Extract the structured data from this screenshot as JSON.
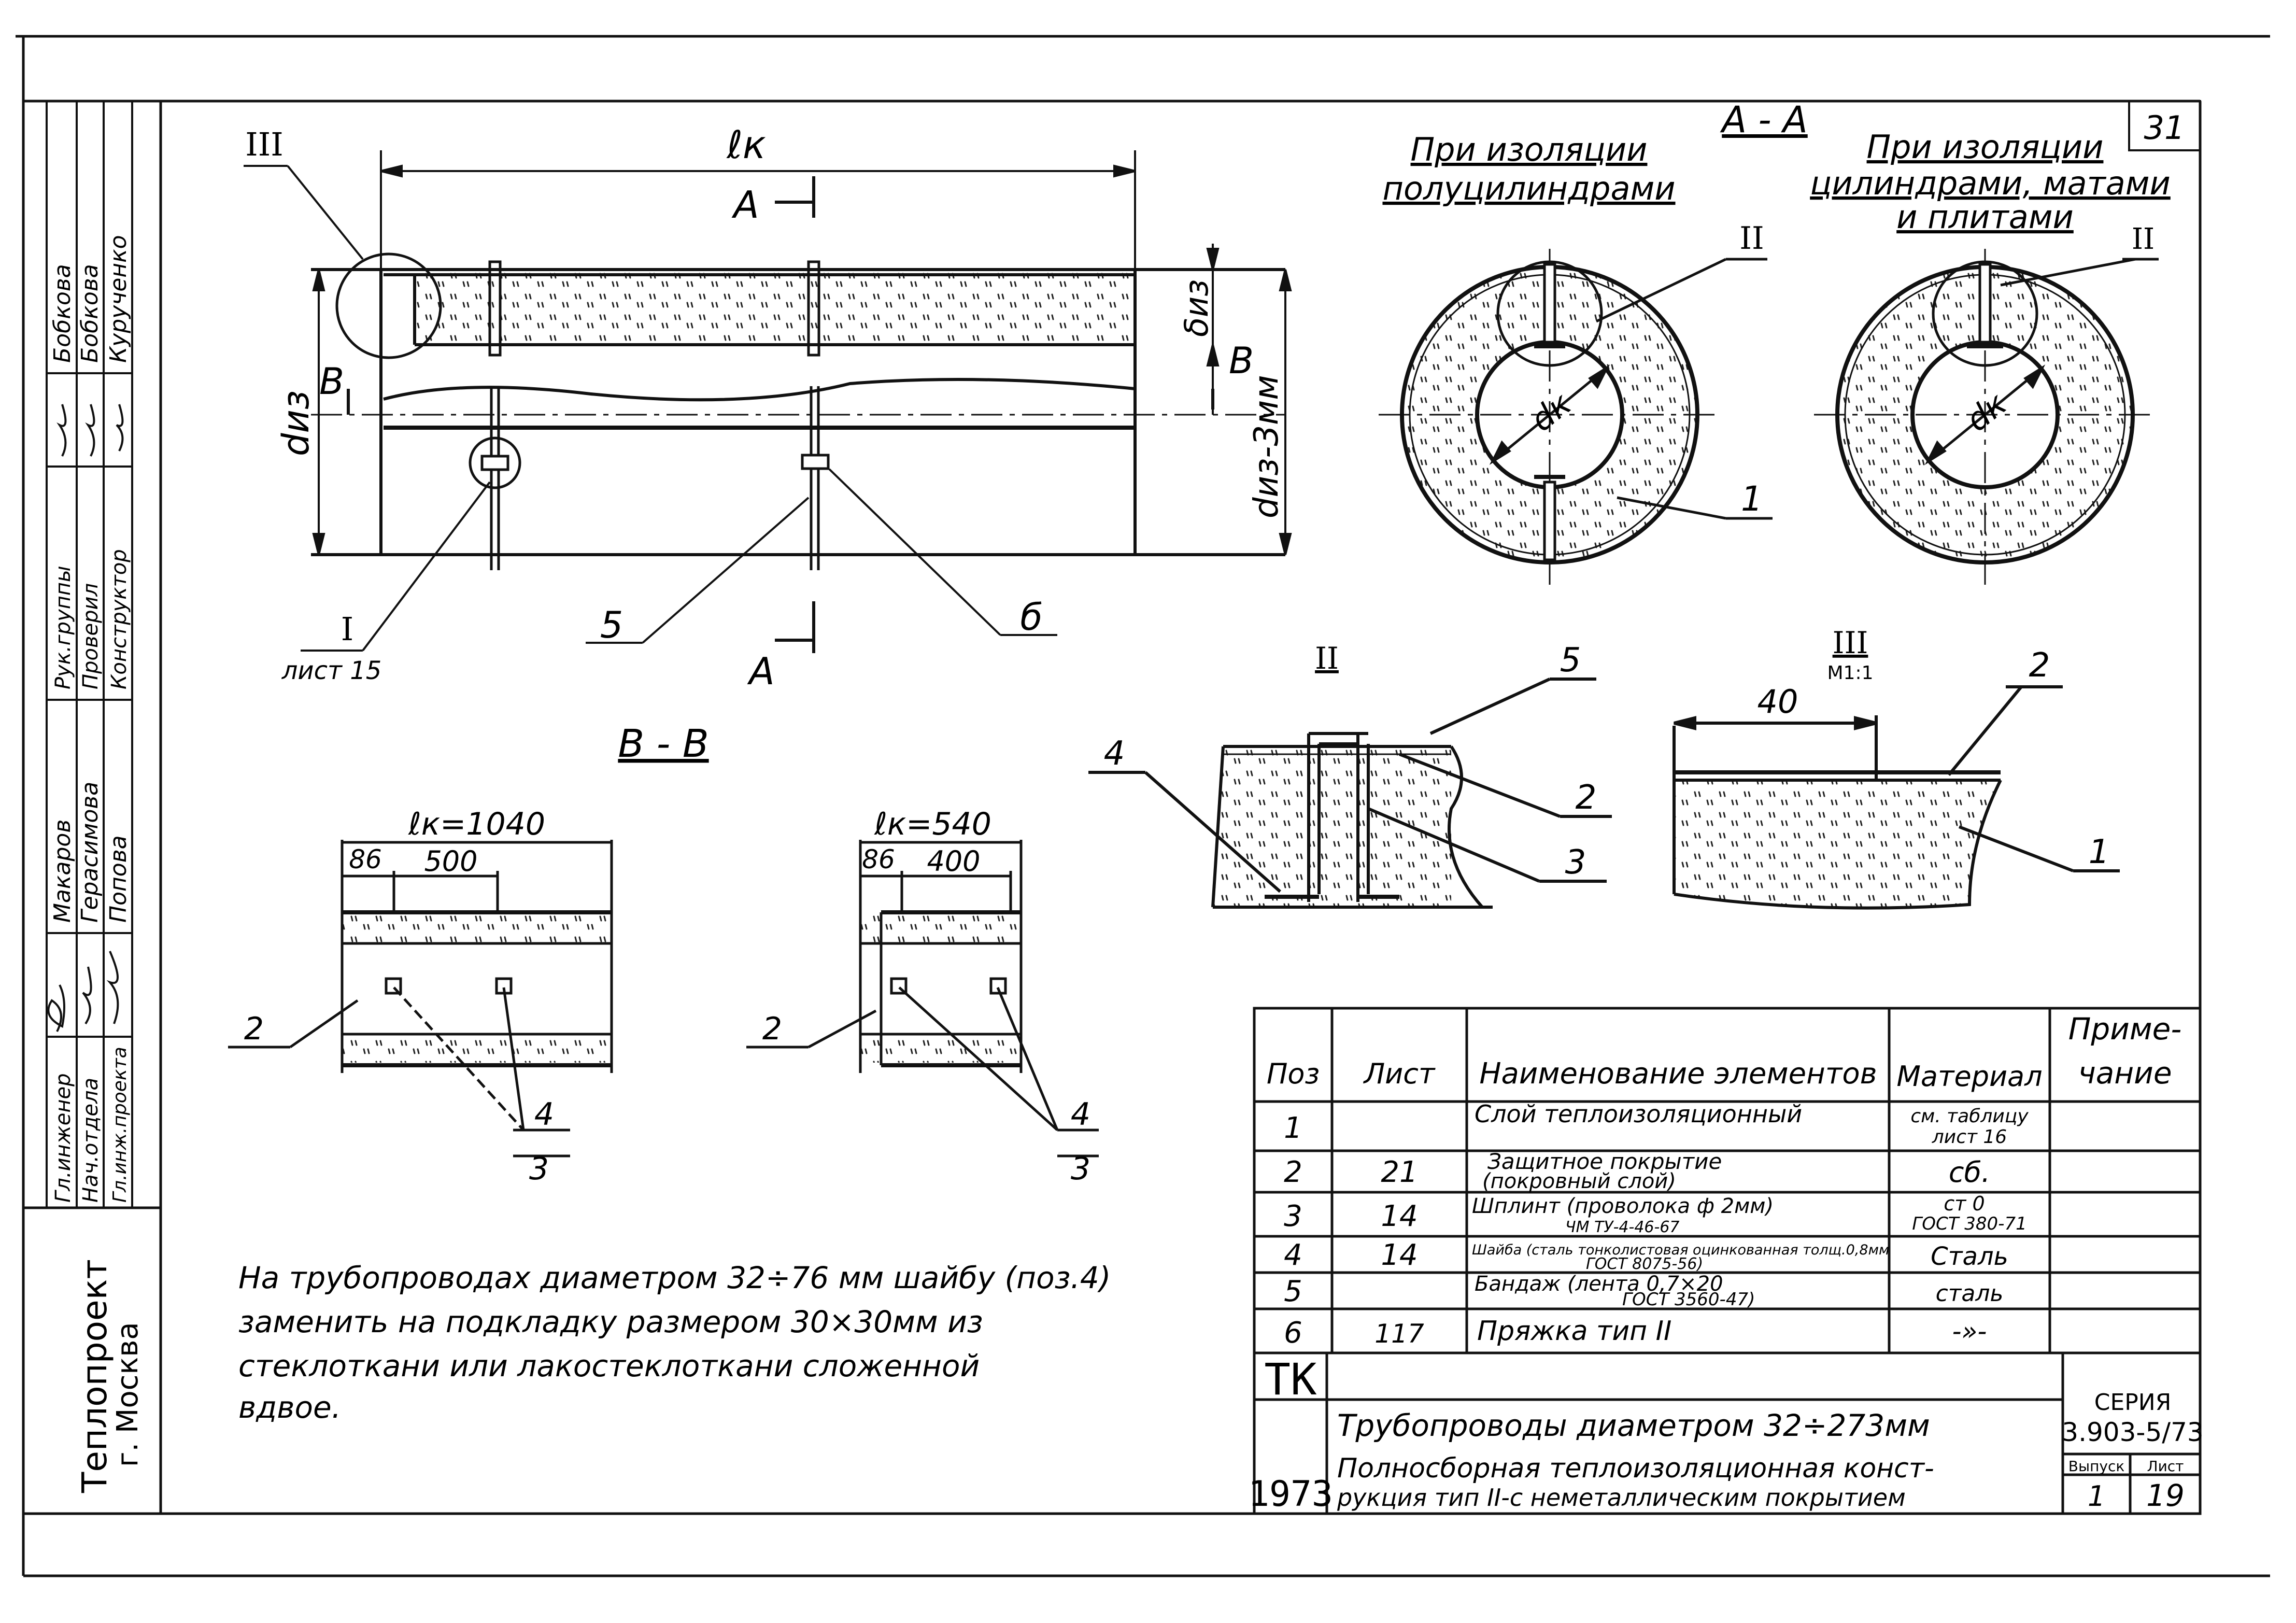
{
  "sheet_number": "31",
  "title_block_side": {
    "rows": [
      {
        "role": "Гл.инженер",
        "name": "Макаров"
      },
      {
        "role": "Нач.отдела",
        "name": "Герасимова"
      },
      {
        "role": "Гл.инж.проекта",
        "name": "Попова"
      },
      {
        "role": "Рук.группы",
        "name": "Бобкова"
      },
      {
        "role": "Проверил",
        "name": "Бобкова"
      },
      {
        "role": "Конструктор",
        "name": "Курученко"
      }
    ],
    "organization": "Теплопроект",
    "city": "г. Москва"
  },
  "main_view": {
    "lk": "ℓк",
    "section_a": "А",
    "section_a_bottom": "А",
    "section_b_left": "В",
    "section_b_right": "В",
    "diz": "dиз",
    "diz_minus": "dиз-3мм",
    "biz": "δиз",
    "callout_III": "III",
    "callout_I": "I",
    "callout_I_sheet": "лист 15",
    "callout_5": "5",
    "callout_6": "б"
  },
  "section_aa": {
    "title": "А - А",
    "left_caption_1": "При изоляции",
    "left_caption_2": "полуцилиндрами",
    "right_caption_1": "При изоляции",
    "right_caption_2": "цилиндрами, матами",
    "right_caption_3": "и плитами",
    "dk": "dк",
    "callout_II_left": "II",
    "callout_II_right": "II",
    "callout_1": "1"
  },
  "section_bb": {
    "title": "В - В",
    "left": {
      "lk": "ℓк=1040",
      "d1": "86",
      "d2": "500",
      "pos2": "2",
      "pos4": "4",
      "pos3": "3"
    },
    "right": {
      "lk": "ℓк=540",
      "d1": "86",
      "d2": "400",
      "pos2": "2",
      "pos4": "4",
      "pos3": "3"
    }
  },
  "detail_II": {
    "title": "II",
    "c5": "5",
    "c4": "4",
    "c2": "2",
    "c3": "3"
  },
  "detail_III": {
    "title": "III",
    "scale": "М1:1",
    "dim": "40",
    "c2": "2",
    "c1": "1"
  },
  "note": [
    "На трубопроводах диаметром 32÷76 мм шайбу (поз.4)",
    "заменить на подкладку размером 30×30мм из",
    "стеклоткани или лакостеклоткани сложенной",
    "вдвое."
  ],
  "spec_table": {
    "headers": [
      "Поз",
      "Лист",
      "Наименование элементов",
      "Материал",
      "Приме-",
      "чание"
    ],
    "rows": [
      {
        "pos": "1",
        "sheet": "",
        "name": "Слой теплоизоляционный",
        "name2": "",
        "material": "см. таблицу",
        "material2": "лист 16"
      },
      {
        "pos": "2",
        "sheet": "21",
        "name": "Защитное покрытие",
        "name2": "(покровный слой)",
        "material": "сб.",
        "material2": ""
      },
      {
        "pos": "3",
        "sheet": "14",
        "name": "Шплинт (проволока ф 2мм)",
        "name2": "ЧМ ТУ-4-46-67",
        "material": "ст 0",
        "material2": "ГОСТ 380-71"
      },
      {
        "pos": "4",
        "sheet": "14",
        "name": "Шайба (сталь тонколистовая оцинкованная толщ.0,8мм",
        "name2": "ГОСТ 8075-56)",
        "material": "Сталь",
        "material2": ""
      },
      {
        "pos": "5",
        "sheet": "",
        "name": "Бандаж (лента 0,7×20",
        "name2": "ГОСТ 3560-47)",
        "material": "сталь",
        "material2": ""
      },
      {
        "pos": "6",
        "sheet": "117",
        "name": "Пряжка тип II",
        "name2": "",
        "material": "-»-",
        "material2": ""
      }
    ]
  },
  "stamp": {
    "tk": "ТК",
    "year": "1973",
    "title1": "Трубопроводы диаметром 32÷273мм",
    "title2": "Полносборная теплоизоляционная конст-",
    "title3": "рукция тип II-с неметаллическим покрытием",
    "series_label": "СЕРИЯ",
    "series": "3.903-5/73",
    "issue_label": "Выпуск",
    "issue": "1",
    "sheet_label": "Лист",
    "sheet": "19"
  }
}
